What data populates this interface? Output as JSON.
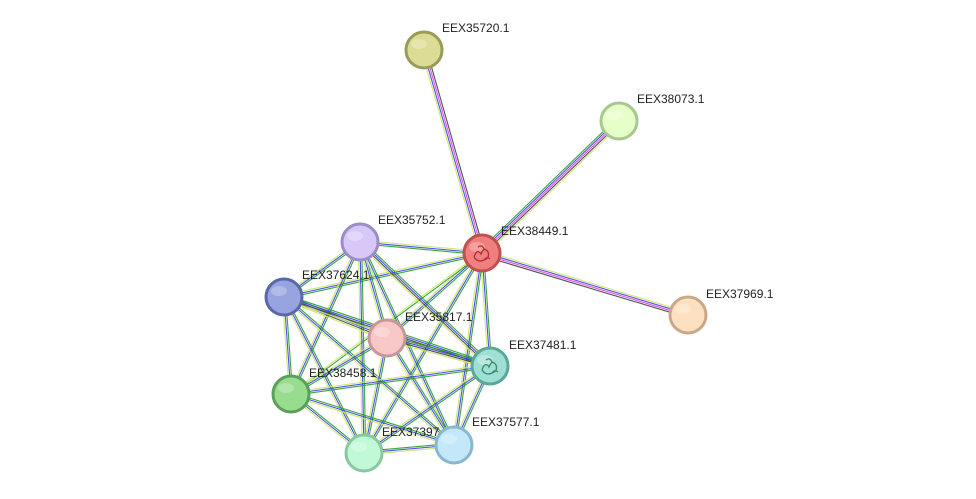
{
  "network": {
    "nodes": [
      {
        "id": "EEX38449.1",
        "label": "EEX38449.1",
        "fill": "#f08080",
        "stroke": "#c0504d",
        "center": true
      },
      {
        "id": "EEX35720.1",
        "label": "EEX35720.1",
        "fill": "#dcdc96",
        "stroke": "#9b9b58"
      },
      {
        "id": "EEX38073.1",
        "label": "EEX38073.1",
        "fill": "#e6ffc8",
        "stroke": "#a8c890"
      },
      {
        "id": "EEX37969.1",
        "label": "EEX37969.1",
        "fill": "#fde0c0",
        "stroke": "#c8a888"
      },
      {
        "id": "EEX35752.1",
        "label": "EEX35752.1",
        "fill": "#d8c8fa",
        "stroke": "#9c8cc8"
      },
      {
        "id": "EEX37624.1",
        "label": "EEX37624.1",
        "fill": "#98a4e0",
        "stroke": "#5a68a8"
      },
      {
        "id": "EEX35817.1",
        "label": "EEX35817.1",
        "fill": "#f8c8c8",
        "stroke": "#c89898"
      },
      {
        "id": "EEX37481.1",
        "label": "EEX37481.1",
        "fill": "#a0e0d4",
        "stroke": "#5aa898",
        "structure": true
      },
      {
        "id": "EEX38458.1",
        "label": "EEX38458.1",
        "fill": "#98dc90",
        "stroke": "#5aa058"
      },
      {
        "id": "EEX37397",
        "label": "EEX37397",
        "fill": "#c0f8d8",
        "stroke": "#88c8a0"
      },
      {
        "id": "EEX37577.1",
        "label": "EEX37577.1",
        "fill": "#c4e8fa",
        "stroke": "#88b8d0"
      }
    ],
    "edges": [
      {
        "a": "EEX38449.1",
        "b": "EEX35720.1",
        "colors": [
          "#c8e664",
          "#3c3cf0",
          "#e040e0",
          "#404040"
        ]
      },
      {
        "a": "EEX38449.1",
        "b": "EEX38073.1",
        "colors": [
          "#20a020",
          "#3c3cf0",
          "#e040e0",
          "#404040",
          "#c8e664"
        ]
      },
      {
        "a": "EEX38449.1",
        "b": "EEX37969.1",
        "colors": [
          "#c8e664",
          "#3c3cf0",
          "#e040e0",
          "#404040"
        ]
      },
      {
        "a": "EEX38449.1",
        "b": "EEX35752.1",
        "colors": [
          "#20a020",
          "#3c3cf0",
          "#c8e664"
        ]
      },
      {
        "a": "EEX38449.1",
        "b": "EEX37624.1",
        "colors": [
          "#20a020",
          "#3c3cf0",
          "#c8e664"
        ]
      },
      {
        "a": "EEX38449.1",
        "b": "EEX35817.1",
        "colors": [
          "#20a020",
          "#3c3cf0",
          "#c8e664"
        ]
      },
      {
        "a": "EEX38449.1",
        "b": "EEX37481.1",
        "colors": [
          "#20a020",
          "#3c3cf0",
          "#c8e664"
        ]
      },
      {
        "a": "EEX38449.1",
        "b": "EEX38458.1",
        "colors": [
          "#20a020",
          "#c8e664"
        ]
      },
      {
        "a": "EEX38449.1",
        "b": "EEX37397",
        "colors": [
          "#20a020",
          "#3c3cf0",
          "#c8e664"
        ]
      },
      {
        "a": "EEX38449.1",
        "b": "EEX37577.1",
        "colors": [
          "#20a020",
          "#3c3cf0",
          "#c8e664"
        ]
      },
      {
        "a": "EEX35752.1",
        "b": "EEX37624.1",
        "colors": [
          "#20a020",
          "#3c3cf0",
          "#c8e664"
        ]
      },
      {
        "a": "EEX35752.1",
        "b": "EEX35817.1",
        "colors": [
          "#20a020",
          "#3c3cf0",
          "#c8e664"
        ]
      },
      {
        "a": "EEX35752.1",
        "b": "EEX37481.1",
        "colors": [
          "#20a020",
          "#3c3cf0",
          "#404040",
          "#c8e664"
        ]
      },
      {
        "a": "EEX35752.1",
        "b": "EEX38458.1",
        "colors": [
          "#20a020",
          "#3c3cf0",
          "#c8e664"
        ]
      },
      {
        "a": "EEX35752.1",
        "b": "EEX37397",
        "colors": [
          "#20a020",
          "#3c3cf0",
          "#c8e664"
        ]
      },
      {
        "a": "EEX35752.1",
        "b": "EEX37577.1",
        "colors": [
          "#20a020",
          "#3c3cf0",
          "#c8e664"
        ]
      },
      {
        "a": "EEX37624.1",
        "b": "EEX35817.1",
        "colors": [
          "#20a020",
          "#3c3cf0",
          "#404040",
          "#c8e664"
        ]
      },
      {
        "a": "EEX37624.1",
        "b": "EEX37481.1",
        "colors": [
          "#20a020",
          "#3c3cf0",
          "#404040",
          "#c8e664"
        ]
      },
      {
        "a": "EEX37624.1",
        "b": "EEX38458.1",
        "colors": [
          "#20a020",
          "#3c3cf0",
          "#c8e664"
        ]
      },
      {
        "a": "EEX37624.1",
        "b": "EEX37397",
        "colors": [
          "#20a020",
          "#3c3cf0",
          "#c8e664"
        ]
      },
      {
        "a": "EEX37624.1",
        "b": "EEX37577.1",
        "colors": [
          "#20a020",
          "#3c3cf0",
          "#c8e664"
        ]
      },
      {
        "a": "EEX35817.1",
        "b": "EEX37481.1",
        "colors": [
          "#20a020",
          "#3c3cf0",
          "#404040",
          "#c8e664"
        ]
      },
      {
        "a": "EEX35817.1",
        "b": "EEX38458.1",
        "colors": [
          "#20a020",
          "#3c3cf0",
          "#c8e664"
        ]
      },
      {
        "a": "EEX35817.1",
        "b": "EEX37397",
        "colors": [
          "#20a020",
          "#3c3cf0",
          "#c8e664"
        ]
      },
      {
        "a": "EEX35817.1",
        "b": "EEX37577.1",
        "colors": [
          "#20a020",
          "#3c3cf0",
          "#c8e664"
        ]
      },
      {
        "a": "EEX37481.1",
        "b": "EEX38458.1",
        "colors": [
          "#20a020",
          "#3c3cf0",
          "#c8e664"
        ]
      },
      {
        "a": "EEX37481.1",
        "b": "EEX37397",
        "colors": [
          "#20a020",
          "#3c3cf0",
          "#c8e664"
        ]
      },
      {
        "a": "EEX37481.1",
        "b": "EEX37577.1",
        "colors": [
          "#20a020",
          "#3c3cf0",
          "#c8e664"
        ]
      },
      {
        "a": "EEX38458.1",
        "b": "EEX37397",
        "colors": [
          "#20a020",
          "#3c3cf0",
          "#c8e664"
        ]
      },
      {
        "a": "EEX38458.1",
        "b": "EEX37577.1",
        "colors": [
          "#20a020",
          "#3c3cf0",
          "#c8e664"
        ]
      },
      {
        "a": "EEX37397",
        "b": "EEX37577.1",
        "colors": [
          "#20a020",
          "#3c3cf0",
          "#c8e664"
        ]
      }
    ]
  }
}
